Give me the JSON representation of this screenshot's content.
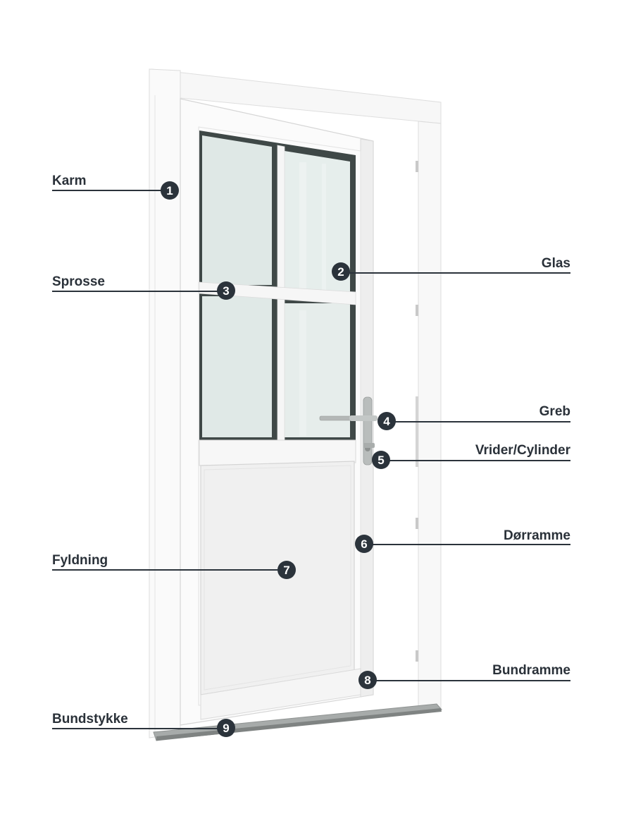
{
  "colors": {
    "marker": "#2b333b",
    "line": "#2b333b",
    "frame": "#fbfbfb",
    "frame_edge": "#dcdcdc",
    "glass": "#dfe8e6",
    "glass_dark": "#3e4746",
    "sill": "#9ea2a1"
  },
  "callouts": [
    {
      "number": "1",
      "label": "Karm"
    },
    {
      "number": "2",
      "label": "Glas"
    },
    {
      "number": "3",
      "label": "Sprosse"
    },
    {
      "number": "4",
      "label": "Greb"
    },
    {
      "number": "5",
      "label": "Vrider/Cylinder"
    },
    {
      "number": "6",
      "label": "Dørramme"
    },
    {
      "number": "7",
      "label": "Fyldning"
    },
    {
      "number": "8",
      "label": "Bundramme"
    },
    {
      "number": "9",
      "label": "Bundstykke"
    }
  ]
}
